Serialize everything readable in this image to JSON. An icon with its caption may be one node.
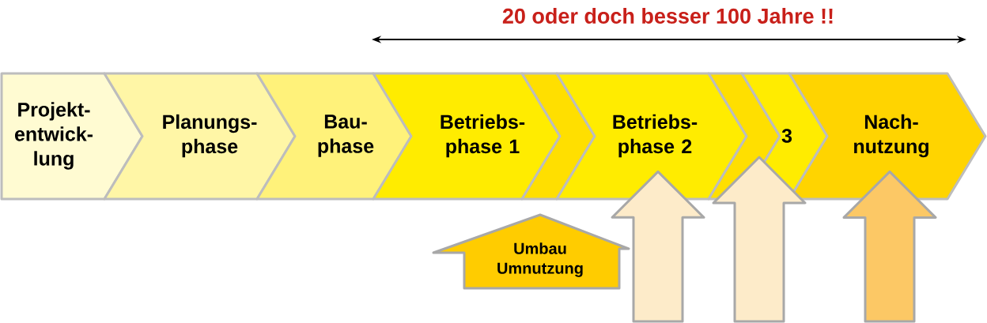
{
  "diagram": {
    "title": "20 oder doch besser 100 Jahre !!",
    "nodes": [
      {
        "text": [
          "Projekt- entwick- lung"
        ]
      },
      {
        "text": [
          "Planungs- phase"
        ]
      },
      {
        "text": [
          "Bau- phase"
        ]
      },
      {
        "text": [
          "Betriebs- phase 1"
        ]
      },
      {
        "text": [],
        "shape": "chevron"
      },
      {
        "text": [
          "Betriebs- phase 2"
        ]
      },
      {
        "text": [],
        "shape": "chevron"
      },
      {
        "text": [
          "3"
        ]
      },
      {
        "text": [
          "Nach- nutzung"
        ]
      },
      {
        "text": [
          "Umbau Umnutzung"
        ]
      }
    ],
    "edges": [
      {
        "from": null,
        "to": 5,
        "arrow": "to"
      },
      {
        "from": null,
        "to": 7,
        "arrow": "to"
      },
      {
        "from": null,
        "to": 8,
        "arrow": "to",
        "color": "#fcc865"
      }
    ]
  }
}
